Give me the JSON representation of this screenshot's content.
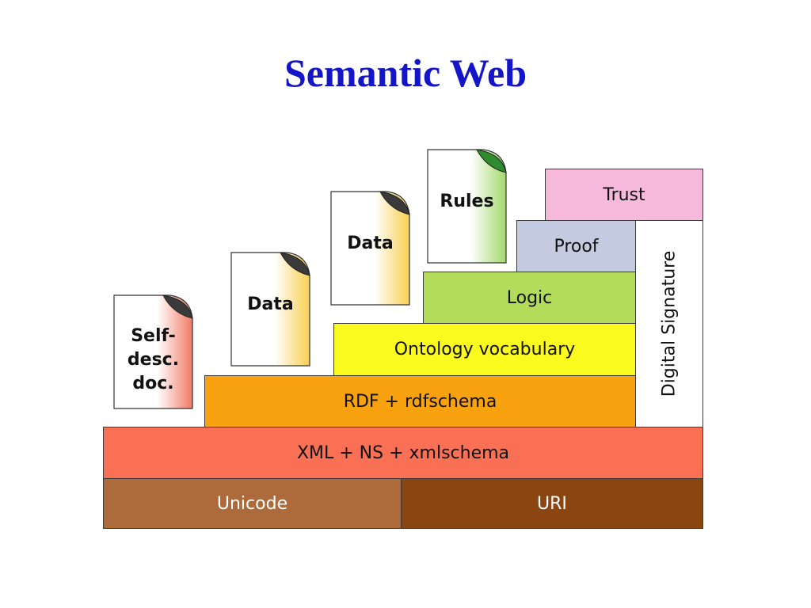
{
  "title": "Semantic Web",
  "colors": {
    "title": "#1414c8",
    "unicode": "#ad6b3c",
    "uri": "#8b4510",
    "xml": "#fa7055",
    "rdf": "#f9a20f",
    "ontology": "#fafa1e",
    "logic": "#b2dc5a",
    "proof": "#c4cbe1",
    "trust": "#f6b9dc",
    "signature": "#ffffff",
    "layer_text_light": "#ffffff",
    "doc_self": "#f27a66",
    "doc_data": "#f8cf50",
    "doc_rules": "#a3d86a"
  },
  "layers": {
    "unicode": "Unicode",
    "uri": "URI",
    "xml": "XML + NS + xmlschema",
    "rdf": "RDF + rdfschema",
    "ontology": "Ontology vocabulary",
    "logic": "Logic",
    "proof": "Proof",
    "trust": "Trust",
    "digital_signature": "Digital Signature"
  },
  "documents": {
    "self_desc": [
      "Self-",
      "desc.",
      "doc."
    ],
    "data_1": [
      "Data"
    ],
    "data_2": [
      "Data"
    ],
    "rules": [
      "Rules"
    ]
  }
}
